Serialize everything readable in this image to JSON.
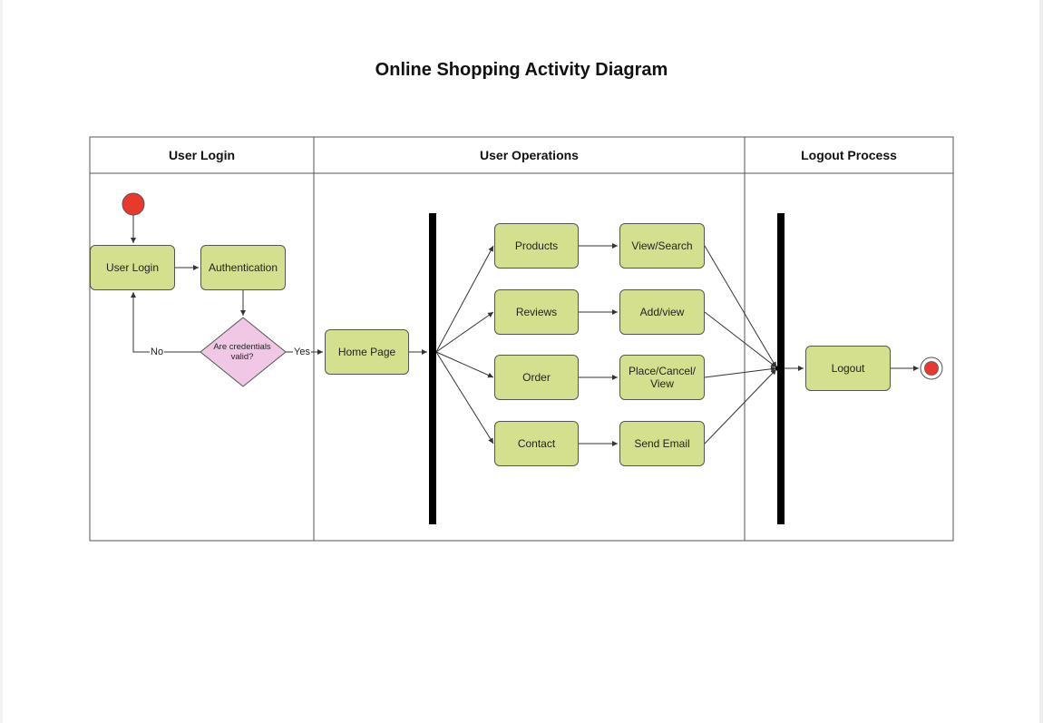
{
  "title": "Online Shopping Activity Diagram",
  "lanes": [
    "User Login",
    "User Operations",
    "Logout Process"
  ],
  "nodes": {
    "user_login": "User Login",
    "authentication": "Authentication",
    "decision": "Are credentials valid?",
    "home_page": "Home Page",
    "products": "Products",
    "view_search": "View/Search",
    "reviews": "Reviews",
    "add_view": "Add/view",
    "order": "Order",
    "place_cancel_view": "Place/Cancel/ View",
    "contact": "Contact",
    "send_email": "Send Email",
    "logout": "Logout"
  },
  "edge_labels": {
    "no": "No",
    "yes": "Yes"
  },
  "colors": {
    "activity_fill": "#d4e08e",
    "decision_fill": "#f0c8e6",
    "start_node": "#e8392e",
    "end_node": "#e8392e",
    "bar": "#000000",
    "border": "#555555"
  }
}
